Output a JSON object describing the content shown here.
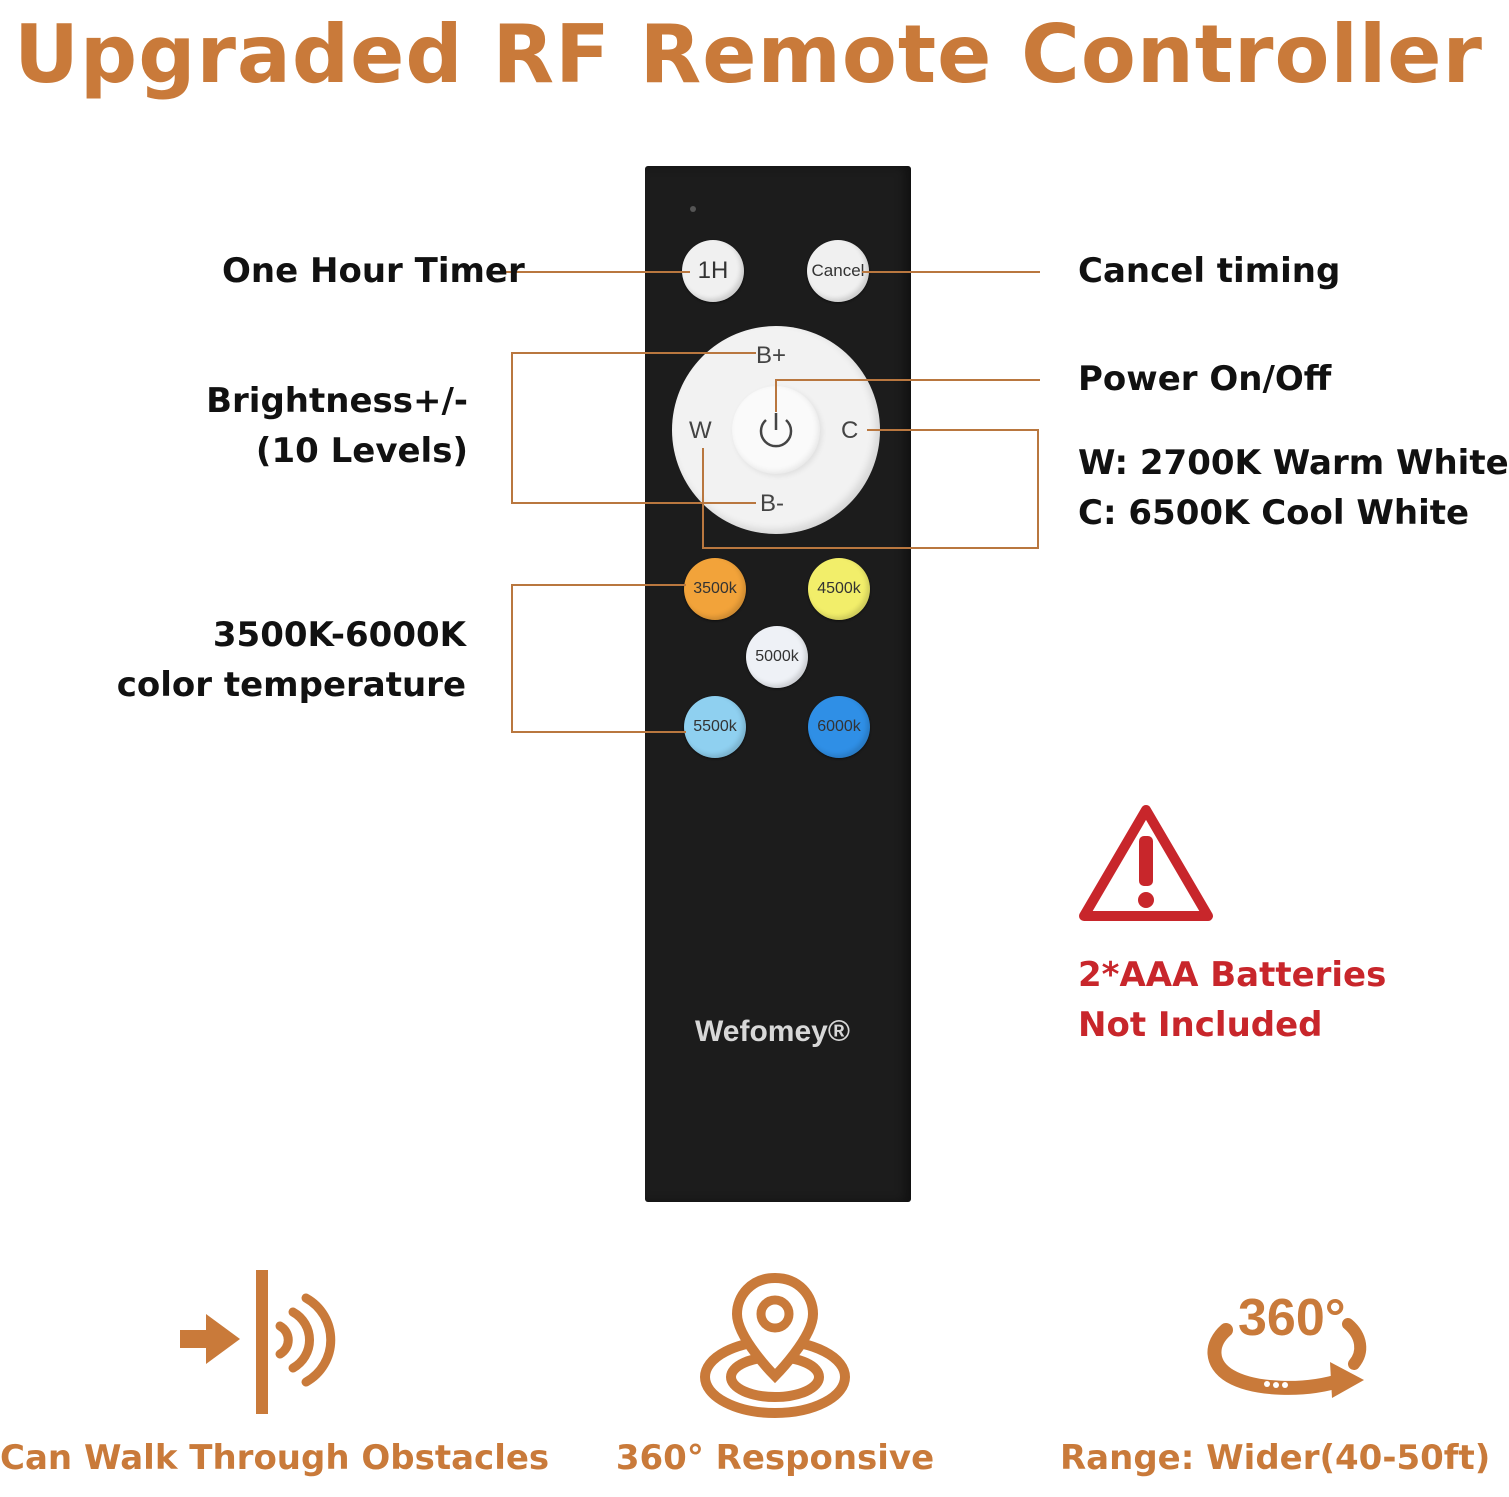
{
  "title": "Upgraded RF Remote Controller",
  "labels": {
    "one_hour_timer": "One Hour Timer",
    "cancel_timing": "Cancel timing",
    "brightness_line1": "Brightness+/-",
    "brightness_line2": "(10 Levels)",
    "power": "Power On/Off",
    "warm_white": "W: 2700K Warm White",
    "cool_white": "C: 6500K Cool White",
    "color_temp_line1": "3500K-6000K",
    "color_temp_line2": "color temperature"
  },
  "remote": {
    "btn_1h": "1H",
    "btn_cancel": "Cancel",
    "btn_bplus": "B+",
    "btn_bminus": "B-",
    "btn_w": "W",
    "btn_c": "C",
    "btn_3500": "3500k",
    "btn_4500": "4500k",
    "btn_5000": "5000k",
    "btn_5500": "5500k",
    "btn_6000": "6000k",
    "brand": "Wefomey®"
  },
  "warning": {
    "line1": "2*AAA Batteries",
    "line2": "Not Included"
  },
  "features": {
    "obstacles": "Can Walk Through Obstacles",
    "responsive": "360° Responsive",
    "range": "Range: Wider(40-50ft)",
    "badge_360": "360°"
  },
  "colors": {
    "accent": "#c97a3a",
    "warning": "#c8262b",
    "remote_body": "#1c1c1c"
  }
}
